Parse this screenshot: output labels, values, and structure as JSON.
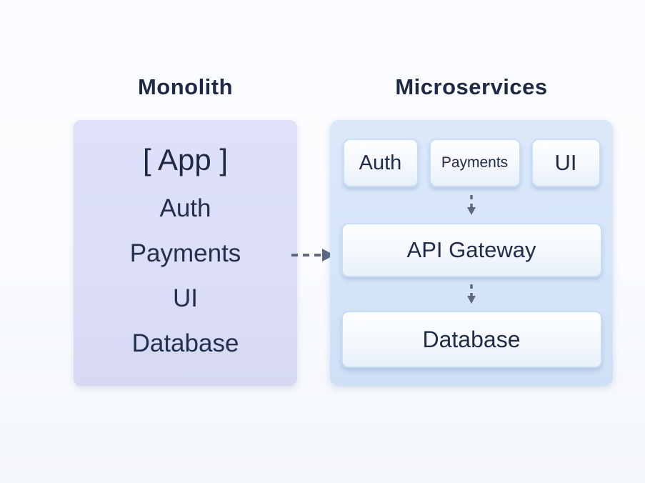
{
  "monolith": {
    "title": "Monolith",
    "items": [
      "[ App ]",
      "Auth",
      "Payments",
      "UI",
      "Database"
    ]
  },
  "microservices": {
    "title": "Microservices",
    "services": [
      "Auth",
      "Payments",
      "UI"
    ],
    "gateway_label": "API Gateway",
    "database_label": "Database"
  },
  "colors": {
    "background": "#f9fbfe",
    "text": "#1d2946",
    "monolith_panel": "#dbdef6",
    "microservices_panel": "#d7e5f8",
    "card_background": "#f6f9fd",
    "card_border": "#c9ddf3",
    "arrow": "#5c6880"
  }
}
